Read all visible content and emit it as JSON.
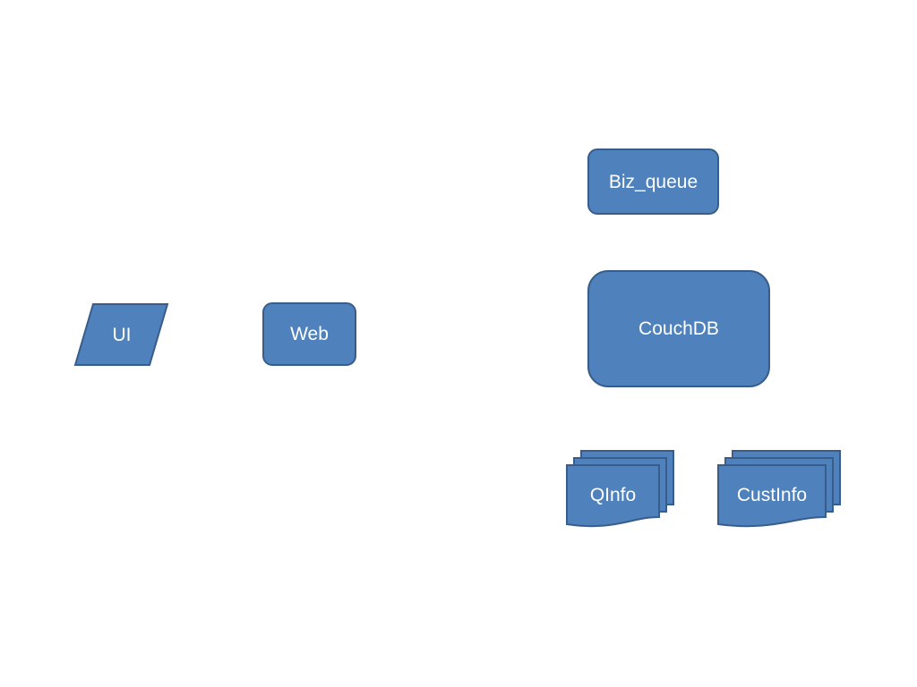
{
  "colors": {
    "fill": "#4f81bd",
    "stroke": "#385d8a",
    "text": "#ffffff",
    "background": "#ffffff"
  },
  "shapes": {
    "ui": {
      "label": "UI",
      "shape": "parallelogram"
    },
    "web": {
      "label": "Web",
      "shape": "rounded-rectangle"
    },
    "biz_queue": {
      "label": "Biz_queue",
      "shape": "rounded-rectangle"
    },
    "couchdb": {
      "label": "CouchDB",
      "shape": "rounded-rectangle"
    },
    "qinfo": {
      "label": "QInfo",
      "shape": "multi-document"
    },
    "custinfo": {
      "label": "CustInfo",
      "shape": "multi-document"
    }
  }
}
